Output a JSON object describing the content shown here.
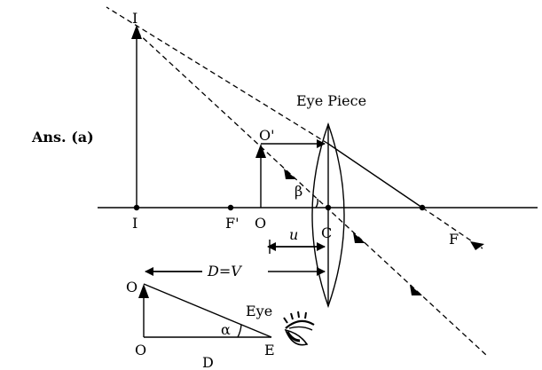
{
  "answer_label": "Ans. (a)",
  "labels": {
    "image_top": "I",
    "image_base": "I",
    "focus_left": "F'",
    "object_base": "O",
    "object_top": "O'",
    "center": "C",
    "focus_right": "F",
    "eye_piece": "Eye Piece",
    "beta": "β",
    "u": "u",
    "d_equals_v": "D=V",
    "small_object_top": "O",
    "small_object_base": "O",
    "eye": "Eye",
    "alpha": "α",
    "small_e": "E",
    "small_d": "D"
  }
}
